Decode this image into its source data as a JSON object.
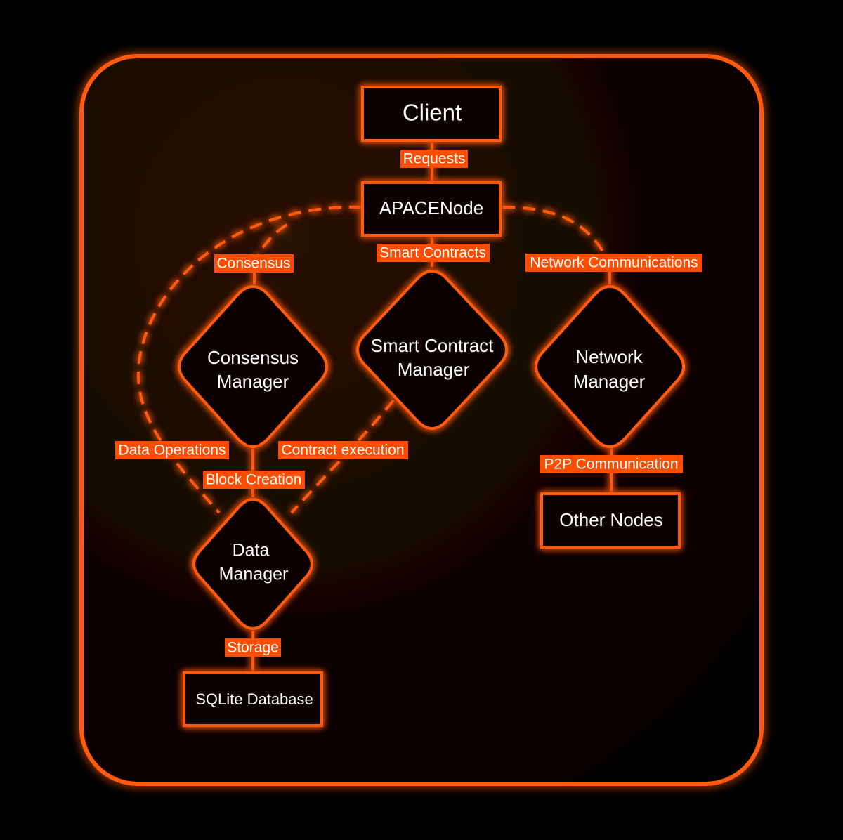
{
  "colors": {
    "background": "#000000",
    "accent": "#ff5a0a",
    "label_bg": "#ff4d00",
    "text": "#ffffff"
  },
  "nodes": {
    "client": "Client",
    "apacenode": "APACENode",
    "consensus_manager": [
      "Consensus",
      "Manager"
    ],
    "smart_contract_manager": [
      "Smart Contract",
      "Manager"
    ],
    "network_manager": [
      "Network",
      "Manager"
    ],
    "data_manager": [
      "Data",
      "Manager"
    ],
    "sqlite_database": "SQLite Database",
    "other_nodes": "Other Nodes"
  },
  "edges": {
    "requests": "Requests",
    "consensus": "Consensus",
    "smart_contracts": "Smart Contracts",
    "network_communications": "Network Communications",
    "data_operations": "Data Operations",
    "contract_execution": "Contract execution",
    "block_creation": "Block Creation",
    "p2p_communication": "P2P Communication",
    "storage": "Storage"
  }
}
